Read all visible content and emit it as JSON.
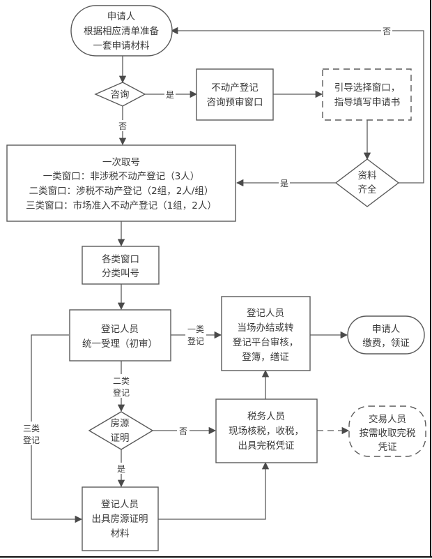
{
  "diagram": {
    "nodes": {
      "applicant_start": [
        "申请人",
        "根据相应清单准备",
        "一套申请材料"
      ],
      "consult": [
        "咨询"
      ],
      "consult_window": [
        "不动产登记",
        "咨询预审窗口"
      ],
      "guide": [
        "引导选择窗口，",
        "指导填写申请书"
      ],
      "materials_complete": [
        "资料",
        "齐全"
      ],
      "take_number": [
        "一次取号",
        "一类窗口：非涉税不动产登记（3人）",
        "二类窗口：涉税不动产登记（2组，2人/组）",
        "三类窗口：市场准入不动产登记（1组，2人）"
      ],
      "call_number": [
        "各类窗口",
        "分类叫号"
      ],
      "accept": [
        "登记人员",
        "统一受理（初审）"
      ],
      "registrar_process": [
        "登记人员",
        "当场办结或转",
        "登记平台审核，",
        "登簿，缮证"
      ],
      "applicant_end": [
        "申请人",
        "缴费，领证"
      ],
      "house_proof": [
        "房源",
        "证明"
      ],
      "tax_staff": [
        "税务人员",
        "现场核税，收税，",
        "出具完税凭证"
      ],
      "transaction_staff": [
        "交易人员",
        "按需收取完税",
        "凭证"
      ],
      "issue_proof": [
        "登记人员",
        "出具房源证明",
        "材料"
      ]
    },
    "edge_labels": {
      "consult_yes": "是",
      "consult_no": "否",
      "complete_yes": "是",
      "complete_no": "否",
      "class1": [
        "一类",
        "登记"
      ],
      "class2": [
        "二类",
        "登记"
      ],
      "class3": [
        "三类",
        "登记"
      ],
      "proof_no": "否",
      "proof_yes": "是"
    }
  }
}
